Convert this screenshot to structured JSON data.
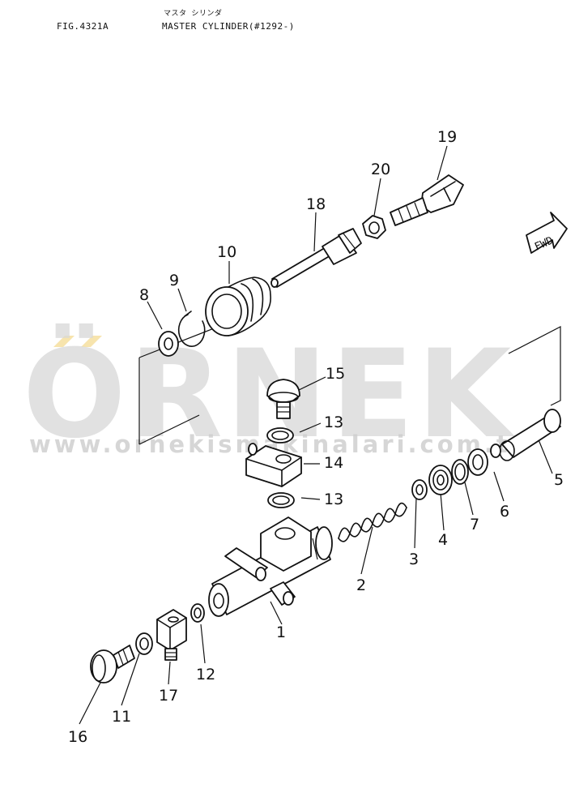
{
  "header": {
    "fig_number": "FIG.4321A",
    "title_kana": "マスタ シリンダ",
    "title": "MASTER CYLINDER(#1292-)"
  },
  "fwd_label": "FWD",
  "watermark": {
    "brand": "ÖRNEK",
    "url": "www.ornekismakinalari.com.tr"
  },
  "callouts": [
    "1",
    "2",
    "3",
    "4",
    "5",
    "6",
    "7",
    "8",
    "9",
    "10",
    "11",
    "12",
    "13",
    "13",
    "14",
    "15",
    "16",
    "17",
    "18",
    "19",
    "20"
  ],
  "colors": {
    "line": "#111111",
    "watermark_gray": "#d8d8d8",
    "watermark_accent": "#f3d98a"
  }
}
